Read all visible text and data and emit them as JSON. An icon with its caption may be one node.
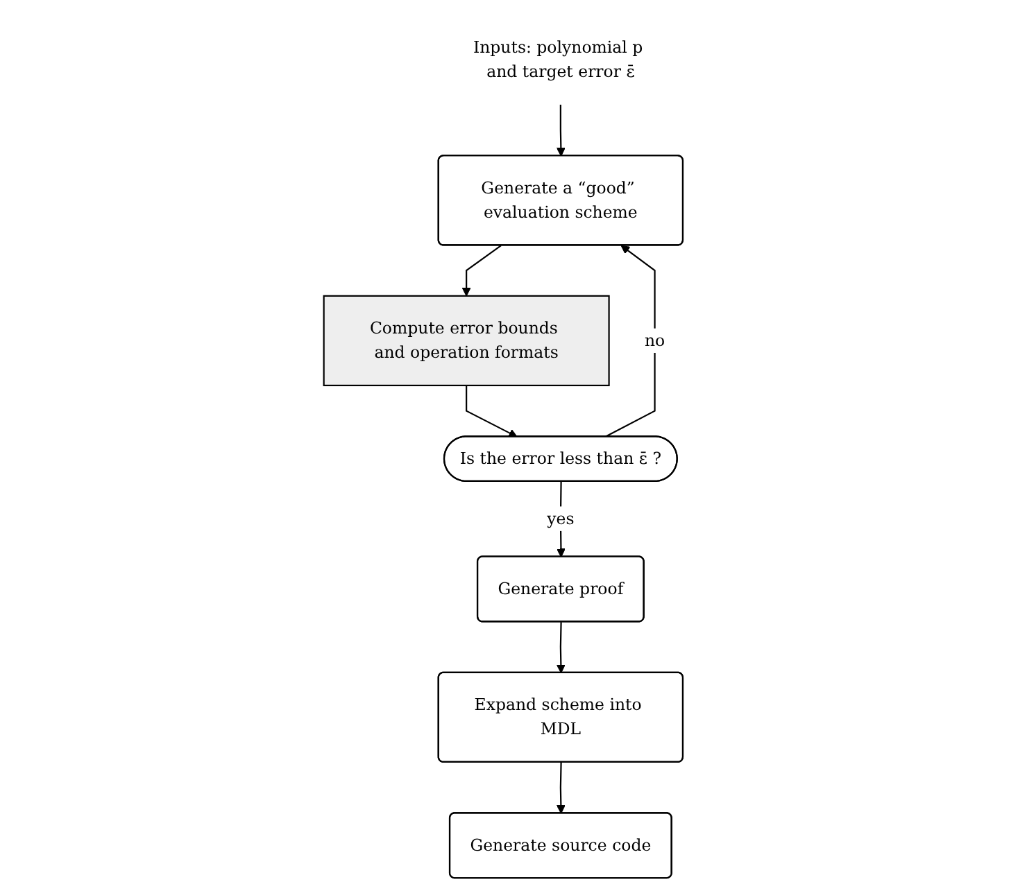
{
  "diagram": {
    "nodes": [
      {
        "text": [
          "Inputs: polynomial p and target error ε̄"
        ]
      },
      {
        "text": [
          "Generate a “good” evaluation scheme"
        ]
      },
      {
        "text": [
          "Compute error bounds and operation formats"
        ]
      },
      {
        "text": [
          "Is the error less than ε̄ ?"
        ]
      },
      {
        "text": [
          "Generate proof"
        ]
      },
      {
        "text": [
          "Expand scheme into MDL"
        ]
      },
      {
        "text": [
          "Generate source code"
        ]
      }
    ],
    "edges": [
      {
        "from": 0,
        "to": 1,
        "arrow": "to"
      },
      {
        "from": 1,
        "to": 2,
        "arrow": "to"
      },
      {
        "from": 2,
        "to": 3,
        "arrow": "to"
      },
      {
        "from": 3,
        "to": 1,
        "arrow": "to",
        "label": "no"
      },
      {
        "from": 3,
        "to": 4,
        "arrow": "to",
        "label": "yes"
      },
      {
        "from": 4,
        "to": 5,
        "arrow": "to"
      },
      {
        "from": 5,
        "to": 6,
        "arrow": "to"
      }
    ]
  }
}
